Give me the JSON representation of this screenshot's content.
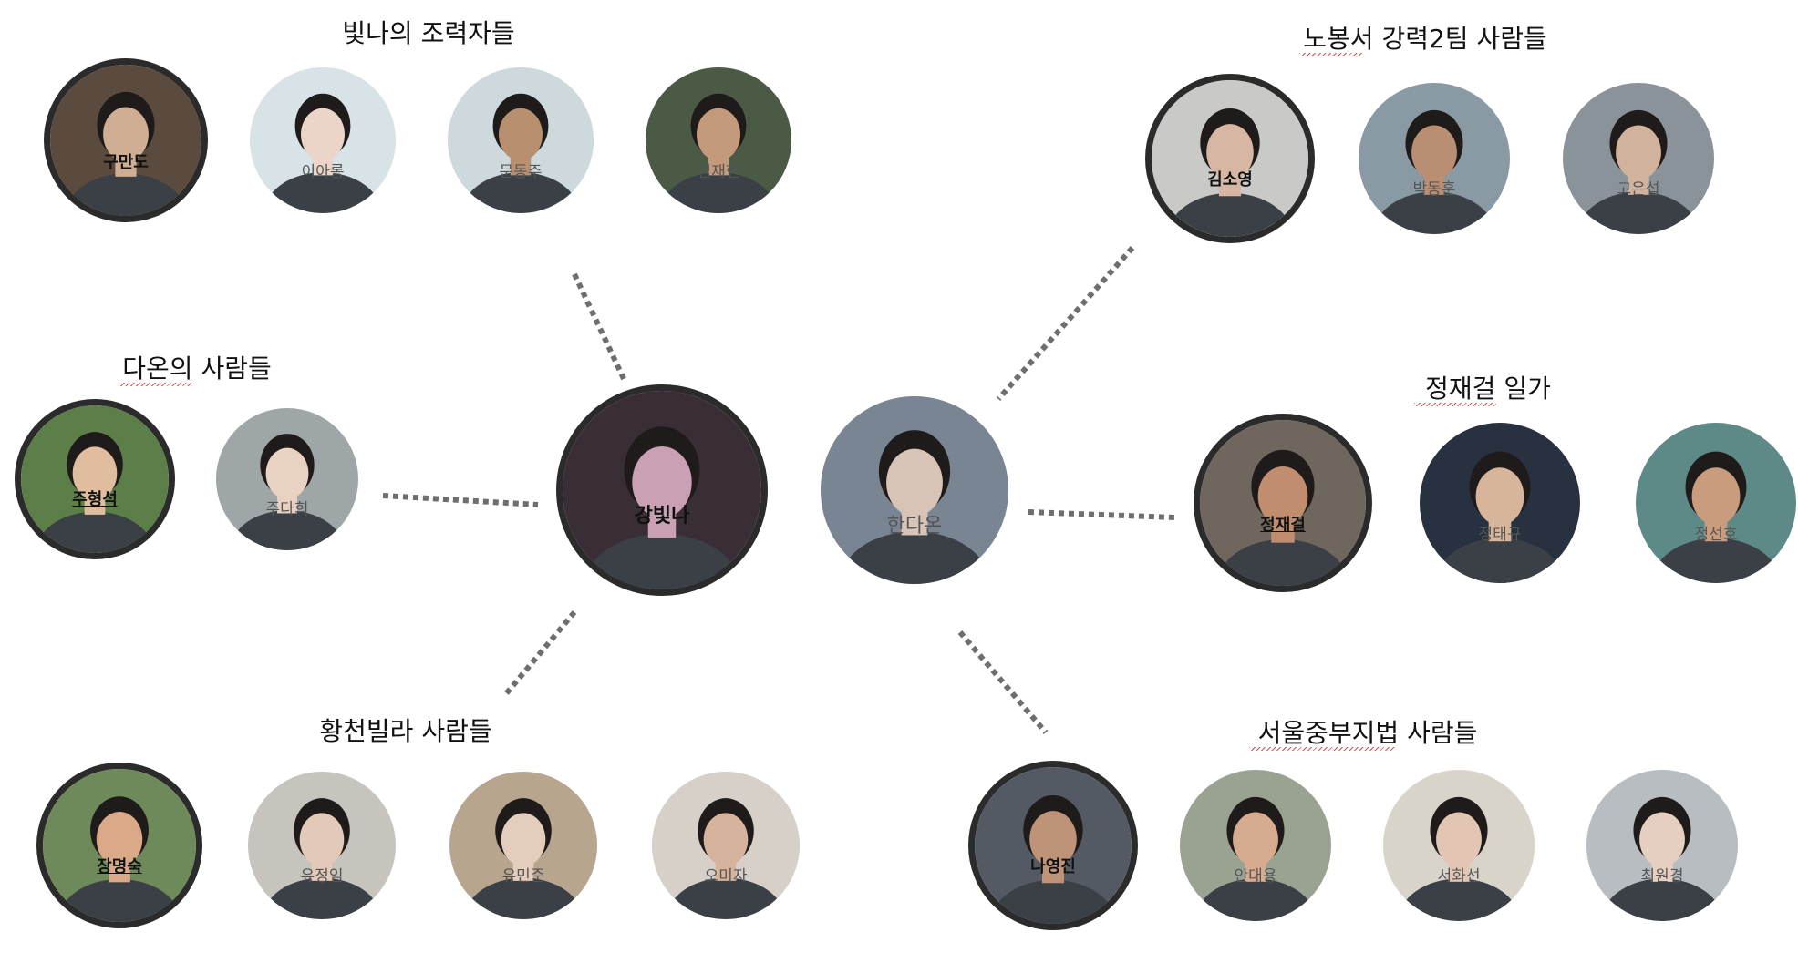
{
  "groups": {
    "binna_helpers": {
      "title": "빛나의 조력자들"
    },
    "daon_people": {
      "title": "다온의 사람들"
    },
    "hwangcheon_villa": {
      "title": "황천빌라 사람들"
    },
    "nobong_team2": {
      "title": "노봉서 강력2팀 사람들"
    },
    "jung_family": {
      "title": "정재걸 일가"
    },
    "seoul_court": {
      "title": "서울중부지법 사람들"
    }
  },
  "people": {
    "kang_binna": {
      "name": "강빛나",
      "tone": "#c9a0b4",
      "bg": "#3a2e36"
    },
    "han_daon": {
      "name": "한다온",
      "tone": "#d8c4b6",
      "bg": "#7a8594"
    },
    "gu_mando": {
      "name": "구만도",
      "tone": "#cfae94",
      "bg": "#5b4a3e"
    },
    "i_arong": {
      "name": "이아롱",
      "tone": "#ead5c8",
      "bg": "#d7e3e6"
    },
    "mun_dongju": {
      "name": "문동주",
      "tone": "#b9906f",
      "bg": "#cdd9dd"
    },
    "kim_jaehyeon": {
      "name": "김재현",
      "tone": "#c39a7b",
      "bg": "#4a5a44"
    },
    "ju_hyeongseok": {
      "name": "주형석",
      "tone": "#e1bda0",
      "bg": "#5c7f4a"
    },
    "ju_dahui": {
      "name": "주다희",
      "tone": "#ead2c2",
      "bg": "#9ea6a8"
    },
    "jang_myeongsuk": {
      "name": "장명숙",
      "tone": "#d9a988",
      "bg": "#6f8a5a"
    },
    "yu_jeongim": {
      "name": "유정임",
      "tone": "#e3c9b7",
      "bg": "#c7c3bd"
    },
    "yu_minjun": {
      "name": "유민준",
      "tone": "#e5cdbd",
      "bg": "#b8a58e"
    },
    "o_mija": {
      "name": "오미자",
      "tone": "#d6b39d",
      "bg": "#d6d0c8"
    },
    "kim_soyeong": {
      "name": "김소영",
      "tone": "#d7b7a3",
      "bg": "#c9c9c7"
    },
    "bak_donghun": {
      "name": "박동훈",
      "tone": "#b98e72",
      "bg": "#8a9aa4"
    },
    "go_eunseop": {
      "name": "고은섭",
      "tone": "#d1b29c",
      "bg": "#8b939a"
    },
    "jung_jaegeol": {
      "name": "정재걸",
      "tone": "#c08d6e",
      "bg": "#6f665e"
    },
    "jung_taegyu": {
      "name": "정태규",
      "tone": "#d7b59a",
      "bg": "#27313f"
    },
    "jung_seonho": {
      "name": "정선호",
      "tone": "#c89c7d",
      "bg": "#5d8a87"
    },
    "na_yeongjin": {
      "name": "나영진",
      "tone": "#bf9378",
      "bg": "#545a63"
    },
    "an_daeyong": {
      "name": "안대용",
      "tone": "#d7ab8f",
      "bg": "#9aa292"
    },
    "seo_hwaseon": {
      "name": "서화선",
      "tone": "#e2c6b3",
      "bg": "#d9d4c9"
    },
    "choe_wongyeong": {
      "name": "최원경",
      "tone": "#e6cfc1",
      "bg": "#b7bdc1"
    }
  }
}
